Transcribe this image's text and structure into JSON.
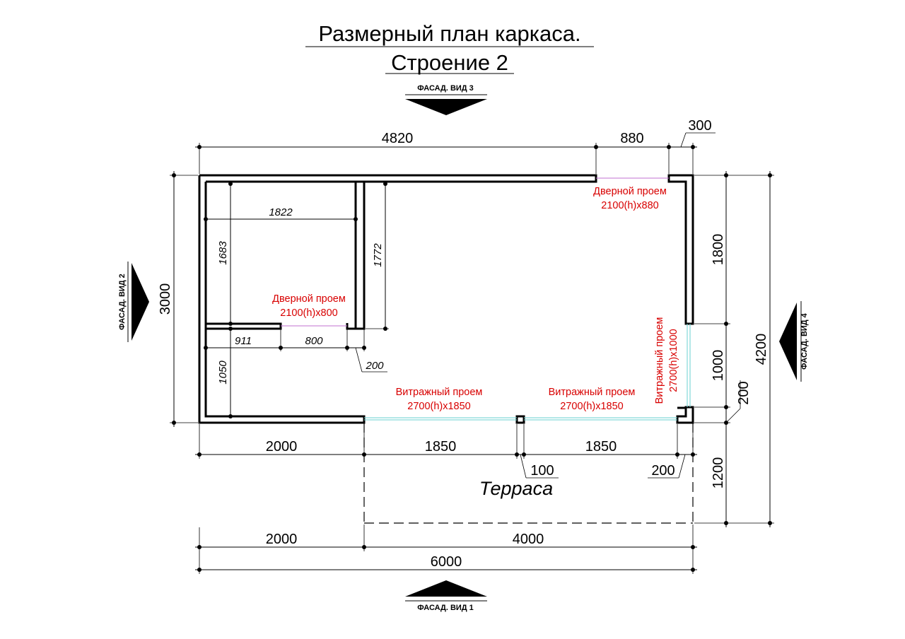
{
  "title": {
    "line1": "Размерный план каркаса.",
    "line2": "Строение 2"
  },
  "facades": {
    "top": "ФАСАД. ВИД 3",
    "bottom": "ФАСАД. ВИД 1",
    "left": "ФАСАД. ВИД 2",
    "right": "ФАСАД. ВИД 4"
  },
  "dimensions": {
    "top_4820": "4820",
    "top_880": "880",
    "top_300": "300",
    "left_3000": "3000",
    "right_1800": "1800",
    "right_1000": "1000",
    "right_200": "200",
    "right_4200": "4200",
    "right_1200": "1200",
    "bottom_2000": "2000",
    "bottom_1850_a": "1850",
    "bottom_1850_b": "1850",
    "bottom_100": "100",
    "bottom_200": "200",
    "total_2000": "2000",
    "total_4000": "4000",
    "total_6000": "6000"
  },
  "inner_dimensions": {
    "d1822": "1822",
    "d1683": "1683",
    "d1772": "1772",
    "d911": "911",
    "d800": "800",
    "d200": "200",
    "d1050": "1050"
  },
  "openings": {
    "door_top_line1": "Дверной проем",
    "door_top_line2": "2100(h)x880",
    "door_inner_line1": "Дверной проем",
    "door_inner_line2": "2100(h)x800",
    "glass_left_line1": "Витражный проем",
    "glass_left_line2": "2700(h)x1850",
    "glass_right_line1": "Витражный проем",
    "glass_right_line2": "2700(h)x1850",
    "glass_side_line1": "Витражный проем",
    "glass_side_line2": "2700(h)x1000"
  },
  "terrace_label": "Терраса",
  "colors": {
    "opening_text": "#d80000",
    "door_line": "#c070d0",
    "glass_line": "#6ad0d0"
  }
}
